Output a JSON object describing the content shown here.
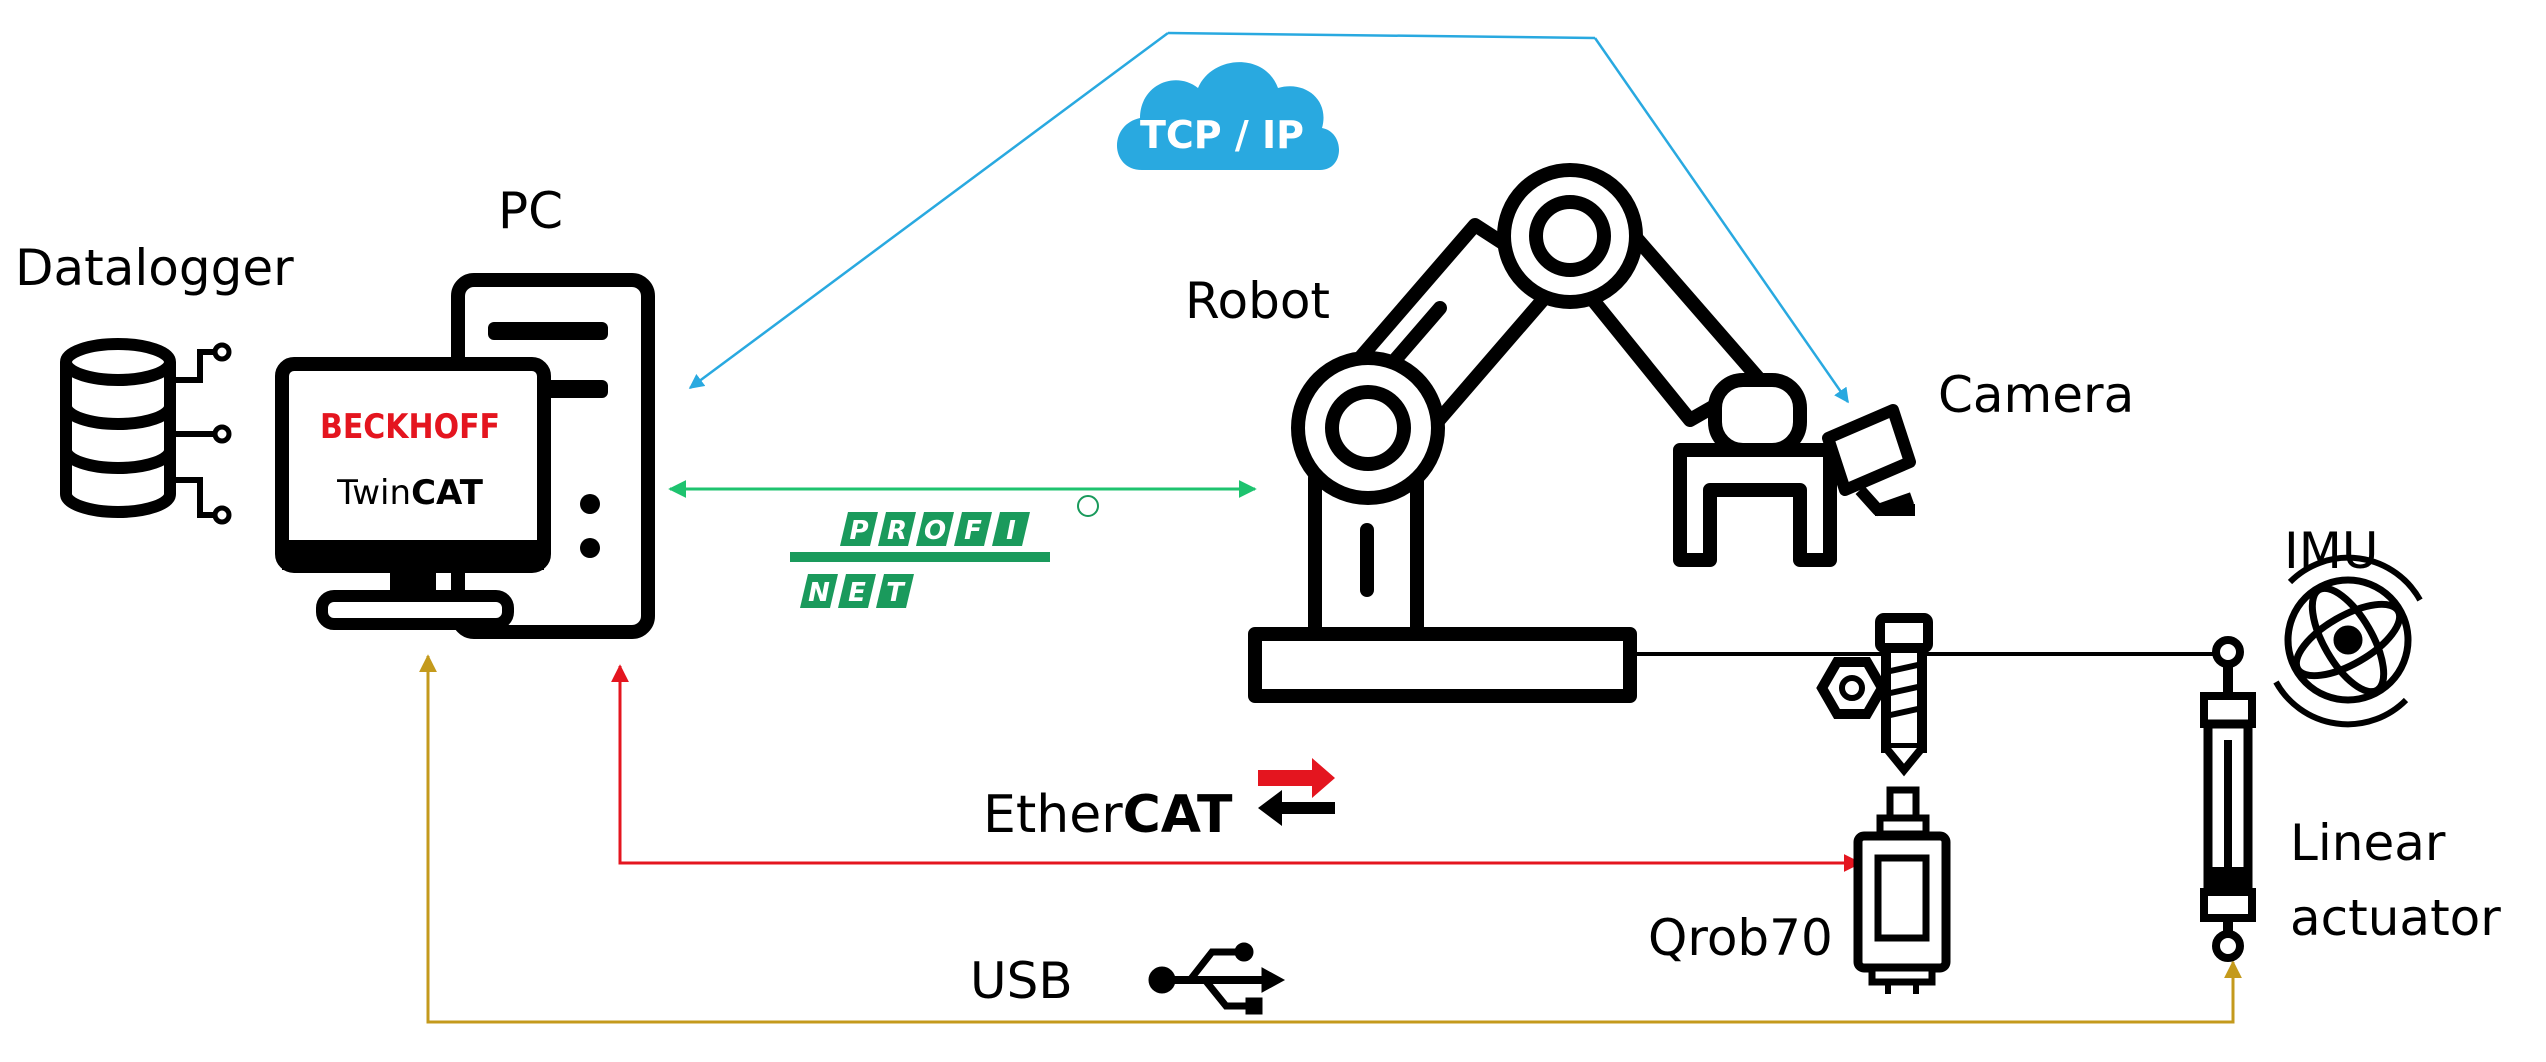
{
  "labels": {
    "datalogger": "Datalogger",
    "pc": "PC",
    "robot": "Robot",
    "camera": "Camera",
    "imu": "IMU",
    "linear_1": "Linear",
    "linear_2": "actuator",
    "qrob": "Qrob70",
    "usb": "USB",
    "tcpip": "TCP / IP",
    "beckhoff": "BECKHOFF",
    "twin": "Twin",
    "cat": "CAT",
    "ether": "Ether",
    "ethercat_cat": "CAT",
    "profi": [
      "P",
      "R",
      "O",
      "F",
      "I"
    ],
    "net": [
      "N",
      "E",
      "T"
    ]
  },
  "colors": {
    "tcpip": "#29a9e0",
    "profinet": "#1ec36f",
    "ethercat": "#e4151f",
    "usb": "#c49a1c",
    "beckhoff": "#e4151f",
    "profinet_badge": "#1a9a5c",
    "cloud": "#29a9e0"
  },
  "icons": [
    "database-icon",
    "desktop-pc-icon",
    "robot-arm-icon",
    "camera-icon",
    "imu-gyroscope-icon",
    "linear-actuator-icon",
    "qrob70-sensor-icon",
    "screw-icon",
    "usb-icon",
    "cloud-icon"
  ]
}
